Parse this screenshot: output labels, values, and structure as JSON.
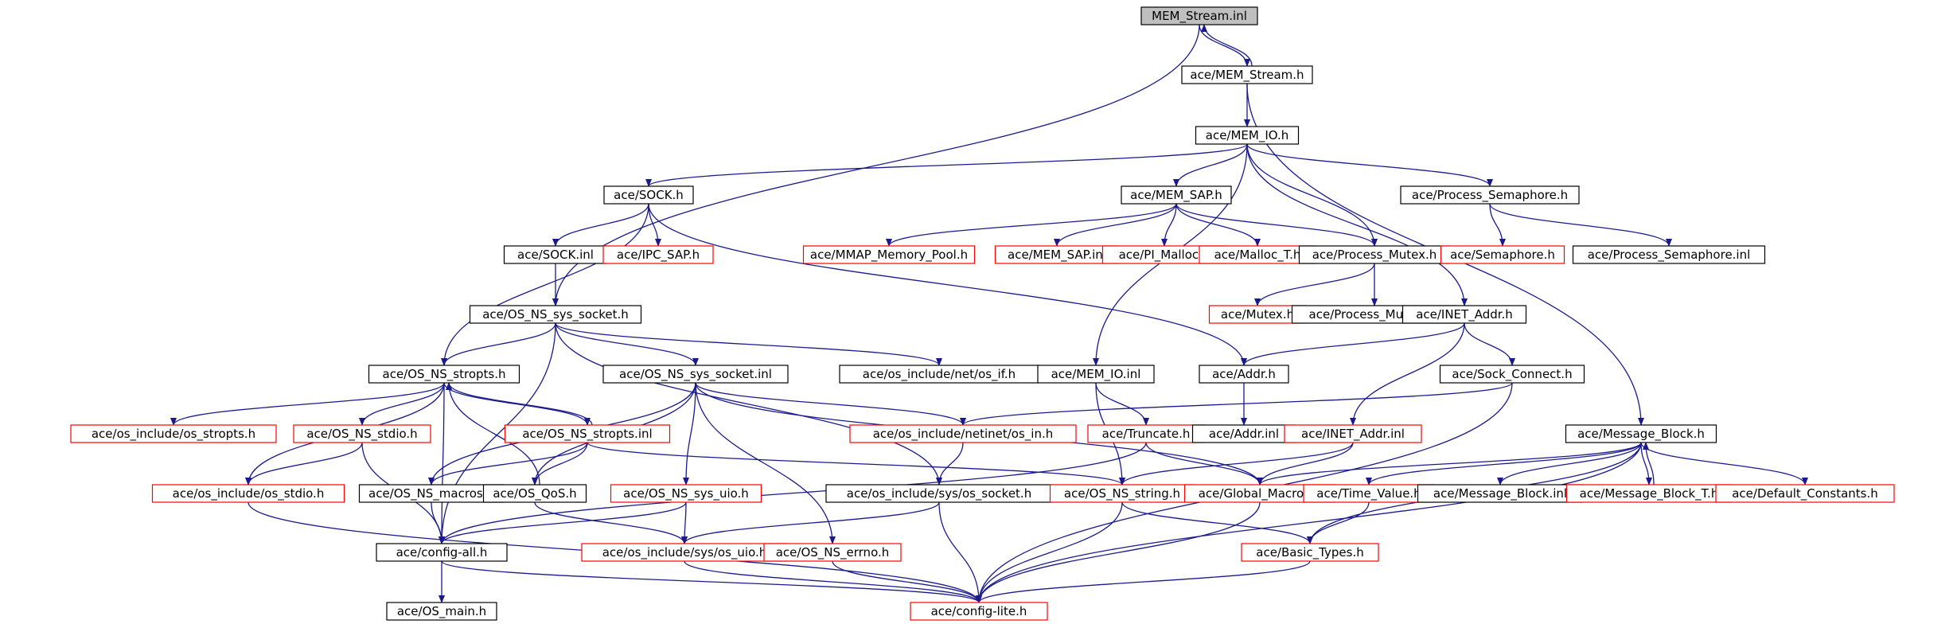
{
  "colors": {
    "edge": "#1a1a8c",
    "border_local": "#000000",
    "border_external": "#ff0000",
    "root_fill": "#bfbfbf",
    "node_fill": "#ffffff",
    "text": "#000000"
  },
  "nodes": [
    {
      "id": "n1",
      "label": "MEM_Stream.inl",
      "style": "root"
    },
    {
      "id": "n2",
      "label": "ace/MEM_Stream.h",
      "style": "local"
    },
    {
      "id": "n3",
      "label": "ace/MEM_IO.h",
      "style": "local"
    },
    {
      "id": "n4",
      "label": "ace/SOCK.h",
      "style": "local"
    },
    {
      "id": "n5",
      "label": "ace/MEM_SAP.h",
      "style": "local"
    },
    {
      "id": "n6",
      "label": "ace/Process_Semaphore.h",
      "style": "local"
    },
    {
      "id": "n7",
      "label": "ace/SOCK.inl",
      "style": "local"
    },
    {
      "id": "n8",
      "label": "ace/IPC_SAP.h",
      "style": "external"
    },
    {
      "id": "n9",
      "label": "ace/MMAP_Memory_Pool.h",
      "style": "external"
    },
    {
      "id": "n10",
      "label": "ace/MEM_SAP.inl",
      "style": "external"
    },
    {
      "id": "n11",
      "label": "ace/PI_Malloc.h",
      "style": "external"
    },
    {
      "id": "n12",
      "label": "ace/Malloc_T.h",
      "style": "external"
    },
    {
      "id": "n13",
      "label": "ace/Process_Mutex.h",
      "style": "local"
    },
    {
      "id": "n14",
      "label": "ace/Semaphore.h",
      "style": "external"
    },
    {
      "id": "n15",
      "label": "ace/Process_Semaphore.inl",
      "style": "local"
    },
    {
      "id": "n16",
      "label": "ace/OS_NS_sys_socket.h",
      "style": "local"
    },
    {
      "id": "n17",
      "label": "ace/Mutex.h",
      "style": "external"
    },
    {
      "id": "n18",
      "label": "ace/Process_Mutex.inl",
      "style": "local"
    },
    {
      "id": "n19",
      "label": "ace/INET_Addr.h",
      "style": "local"
    },
    {
      "id": "n20",
      "label": "ace/OS_NS_stropts.h",
      "style": "local"
    },
    {
      "id": "n21",
      "label": "ace/OS_NS_sys_socket.inl",
      "style": "local"
    },
    {
      "id": "n22",
      "label": "ace/os_include/net/os_if.h",
      "style": "local"
    },
    {
      "id": "n23",
      "label": "ace/MEM_IO.inl",
      "style": "local"
    },
    {
      "id": "n24",
      "label": "ace/Addr.h",
      "style": "local"
    },
    {
      "id": "n25",
      "label": "ace/Sock_Connect.h",
      "style": "local"
    },
    {
      "id": "n26",
      "label": "ace/os_include/os_stropts.h",
      "style": "external"
    },
    {
      "id": "n27",
      "label": "ace/OS_NS_stdio.h",
      "style": "external"
    },
    {
      "id": "n28",
      "label": "ace/OS_NS_stropts.inl",
      "style": "external"
    },
    {
      "id": "n29",
      "label": "ace/os_include/netinet/os_in.h",
      "style": "external"
    },
    {
      "id": "n30",
      "label": "ace/Truncate.h",
      "style": "external"
    },
    {
      "id": "n31",
      "label": "ace/Addr.inl",
      "style": "local"
    },
    {
      "id": "n32",
      "label": "ace/INET_Addr.inl",
      "style": "external"
    },
    {
      "id": "n33",
      "label": "ace/Message_Block.h",
      "style": "local"
    },
    {
      "id": "n34",
      "label": "ace/os_include/os_stdio.h",
      "style": "external"
    },
    {
      "id": "n35",
      "label": "ace/OS_NS_macros.h",
      "style": "local"
    },
    {
      "id": "n36",
      "label": "ace/OS_QoS.h",
      "style": "local"
    },
    {
      "id": "n37",
      "label": "ace/OS_NS_sys_uio.h",
      "style": "external"
    },
    {
      "id": "n38",
      "label": "ace/os_include/sys/os_socket.h",
      "style": "local"
    },
    {
      "id": "n39",
      "label": "ace/OS_NS_string.h",
      "style": "external"
    },
    {
      "id": "n40",
      "label": "ace/Global_Macros.h",
      "style": "external"
    },
    {
      "id": "n41",
      "label": "ace/Time_Value.h",
      "style": "external"
    },
    {
      "id": "n42",
      "label": "ace/Message_Block.inl",
      "style": "local"
    },
    {
      "id": "n43",
      "label": "ace/Message_Block_T.h",
      "style": "external"
    },
    {
      "id": "n44",
      "label": "ace/Default_Constants.h",
      "style": "external"
    },
    {
      "id": "n45",
      "label": "ace/config-all.h",
      "style": "local"
    },
    {
      "id": "n46",
      "label": "ace/os_include/sys/os_uio.h",
      "style": "external"
    },
    {
      "id": "n47",
      "label": "ace/OS_NS_errno.h",
      "style": "external"
    },
    {
      "id": "n48",
      "label": "ace/Basic_Types.h",
      "style": "external"
    },
    {
      "id": "n49",
      "label": "ace/OS_main.h",
      "style": "local"
    },
    {
      "id": "n50",
      "label": "ace/config-lite.h",
      "style": "external"
    }
  ],
  "edges": [
    [
      "n1",
      "n2"
    ],
    [
      "n2",
      "n1"
    ],
    [
      "n1",
      "n16"
    ],
    [
      "n2",
      "n3"
    ],
    [
      "n2",
      "n33"
    ],
    [
      "n3",
      "n4"
    ],
    [
      "n3",
      "n5"
    ],
    [
      "n3",
      "n6"
    ],
    [
      "n3",
      "n13"
    ],
    [
      "n3",
      "n23"
    ],
    [
      "n3",
      "n19"
    ],
    [
      "n4",
      "n7"
    ],
    [
      "n4",
      "n8"
    ],
    [
      "n4",
      "n24"
    ],
    [
      "n4",
      "n20"
    ],
    [
      "n7",
      "n16"
    ],
    [
      "n5",
      "n9"
    ],
    [
      "n5",
      "n10"
    ],
    [
      "n5",
      "n11"
    ],
    [
      "n5",
      "n12"
    ],
    [
      "n5",
      "n13"
    ],
    [
      "n6",
      "n14"
    ],
    [
      "n6",
      "n15"
    ],
    [
      "n13",
      "n17"
    ],
    [
      "n13",
      "n18"
    ],
    [
      "n16",
      "n20"
    ],
    [
      "n16",
      "n21"
    ],
    [
      "n16",
      "n22"
    ],
    [
      "n16",
      "n45"
    ],
    [
      "n16",
      "n38"
    ],
    [
      "n19",
      "n24"
    ],
    [
      "n19",
      "n25"
    ],
    [
      "n19",
      "n32"
    ],
    [
      "n23",
      "n30"
    ],
    [
      "n23",
      "n39"
    ],
    [
      "n24",
      "n31"
    ],
    [
      "n25",
      "n29"
    ],
    [
      "n25",
      "n50"
    ],
    [
      "n20",
      "n26"
    ],
    [
      "n20",
      "n27"
    ],
    [
      "n20",
      "n28"
    ],
    [
      "n20",
      "n34"
    ],
    [
      "n20",
      "n45"
    ],
    [
      "n21",
      "n29"
    ],
    [
      "n21",
      "n35"
    ],
    [
      "n21",
      "n36"
    ],
    [
      "n21",
      "n37"
    ],
    [
      "n21",
      "n47"
    ],
    [
      "n21",
      "n40"
    ],
    [
      "n27",
      "n34"
    ],
    [
      "n27",
      "n45"
    ],
    [
      "n28",
      "n20"
    ],
    [
      "n28",
      "n35"
    ],
    [
      "n28",
      "n36"
    ],
    [
      "n28",
      "n39"
    ],
    [
      "n29",
      "n38"
    ],
    [
      "n30",
      "n40"
    ],
    [
      "n30",
      "n45"
    ],
    [
      "n32",
      "n39"
    ],
    [
      "n32",
      "n40"
    ],
    [
      "n33",
      "n40"
    ],
    [
      "n33",
      "n41"
    ],
    [
      "n33",
      "n42"
    ],
    [
      "n33",
      "n43"
    ],
    [
      "n33",
      "n44"
    ],
    [
      "n33",
      "n48"
    ],
    [
      "n33",
      "n50"
    ],
    [
      "n43",
      "n33"
    ],
    [
      "n34",
      "n50"
    ],
    [
      "n35",
      "n45"
    ],
    [
      "n36",
      "n20"
    ],
    [
      "n36",
      "n46"
    ],
    [
      "n37",
      "n45"
    ],
    [
      "n37",
      "n46"
    ],
    [
      "n38",
      "n46"
    ],
    [
      "n38",
      "n50"
    ],
    [
      "n39",
      "n48"
    ],
    [
      "n39",
      "n50"
    ],
    [
      "n40",
      "n50"
    ],
    [
      "n41",
      "n48"
    ],
    [
      "n45",
      "n49"
    ],
    [
      "n45",
      "n50"
    ],
    [
      "n46",
      "n50"
    ],
    [
      "n47",
      "n50"
    ],
    [
      "n48",
      "n50"
    ]
  ]
}
